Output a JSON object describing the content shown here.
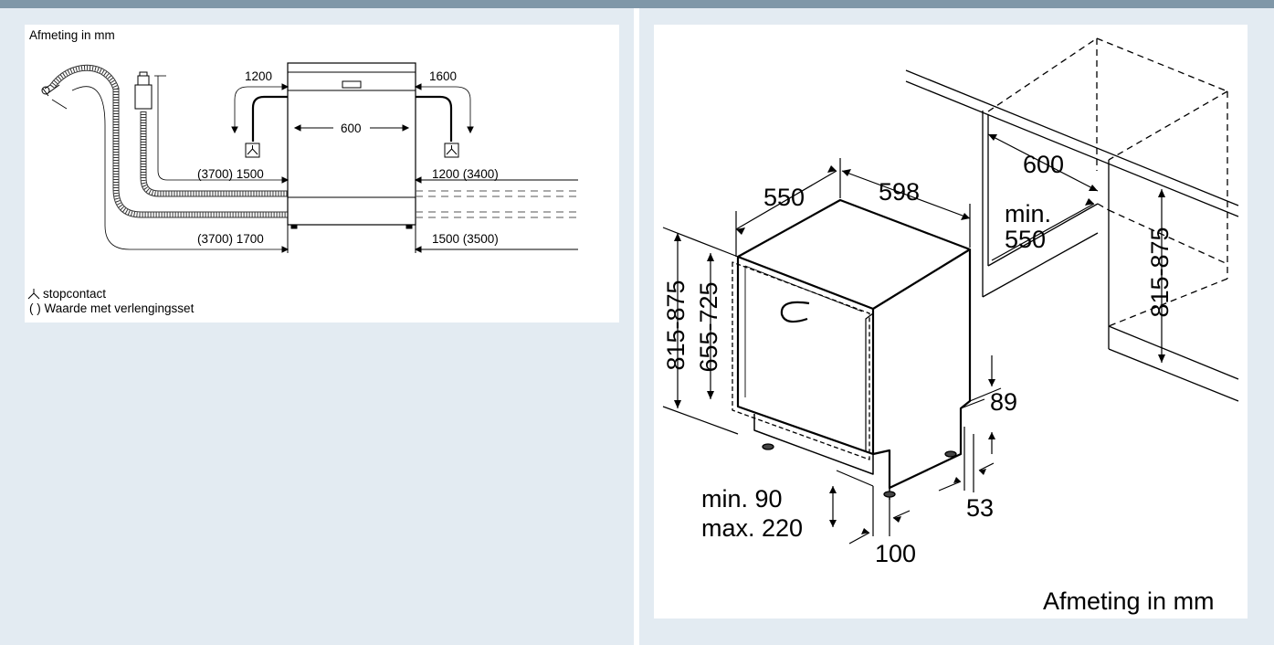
{
  "left": {
    "title": "Afmeting in mm",
    "dims": {
      "top_left": "1200",
      "top_right": "1600",
      "width": "600",
      "row1_left": "(3700) 1500",
      "row1_right": "1200 (3400)",
      "row2_left": "(3700) 1700",
      "row2_right": "1500 (3500)"
    },
    "legend": {
      "socket": "stopcontact",
      "ext": "( ) Waarde met verlengingsset"
    }
  },
  "right": {
    "dims": {
      "depth": "550",
      "width": "598",
      "niche_width": "600",
      "niche_depth_min": "min.",
      "niche_depth_val": "550",
      "niche_height": "815-875",
      "total_height": "815-875",
      "door_height": "655-725",
      "plinth_min": "min. 90",
      "plinth_max": "max. 220",
      "plinth_depth": "100",
      "foot_height": "89",
      "foot_depth": "53"
    },
    "caption": "Afmeting in mm"
  },
  "colors": {
    "background": "#e3ebf2",
    "top_bar": "#7f97a8",
    "panel": "#ffffff",
    "line": "#000000"
  }
}
